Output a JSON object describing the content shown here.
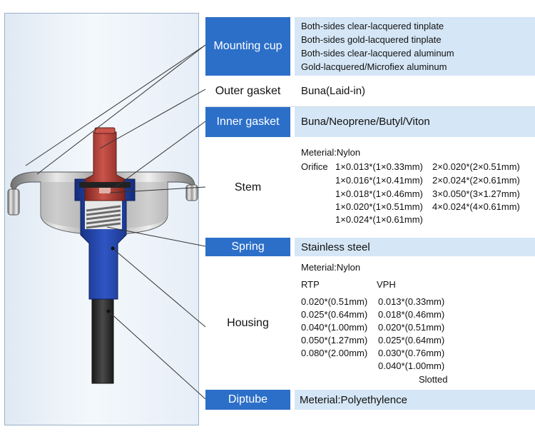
{
  "rows": {
    "mounting_cup": {
      "label": "Mounting cup",
      "values": [
        "Both-sides clear-lacquered tinplate",
        "Both-sides gold-lacquered tinplate",
        "Both-sides clear-lacquered aluminum",
        "Gold-lacquered/Microfiex aluminum"
      ]
    },
    "outer_gasket": {
      "label": "Outer gasket",
      "value": "Buna(Laid-in)"
    },
    "inner_gasket": {
      "label": "Inner gasket",
      "value": "Buna/Neoprene/Butyl/Viton"
    },
    "stem": {
      "label": "Stem",
      "material": "Meterial:Nylon",
      "orifice_label": "Orifice",
      "col1": [
        "1×0.013*(1×0.33mm)",
        "1×0.016*(1×0.41mm)",
        "1×0.018*(1×0.46mm)",
        "1×0.020*(1×0.51mm)",
        "1×0.024*(1×0.61mm)"
      ],
      "col2": [
        "2×0.020*(2×0.51mm)",
        "2×0.024*(2×0.61mm)",
        "3×0.050*(3×1.27mm)",
        "4×0.024*(4×0.61mm)"
      ]
    },
    "spring": {
      "label": "Spring",
      "value": "Stainless steel"
    },
    "housing": {
      "label": "Housing",
      "material": "Meterial:Nylon",
      "rtp_header": "RTP",
      "vph_header": "VPH",
      "rtp": [
        "0.020*(0.51mm)",
        "0.025*(0.64mm)",
        "0.040*(1.00mm)",
        "0.050*(1.27mm)",
        "0.080*(2.00mm)"
      ],
      "vph": [
        "0.013*(0.33mm)",
        "0.018*(0.46mm)",
        "0.020*(0.51mm)",
        "0.025*(0.64mm)",
        "0.030*(0.76mm)",
        "0.040*(1.00mm)",
        "Slotted"
      ]
    },
    "diptube": {
      "label": "Diptube",
      "value": "Meterial:Polyethylence"
    }
  },
  "colors": {
    "label_blue": "#2c6fc8",
    "value_blue": "#d5e6f6",
    "stem_red": "#a8352e",
    "housing_blue": "#1f3fa3",
    "diptube_dark": "#2b2b2b"
  }
}
